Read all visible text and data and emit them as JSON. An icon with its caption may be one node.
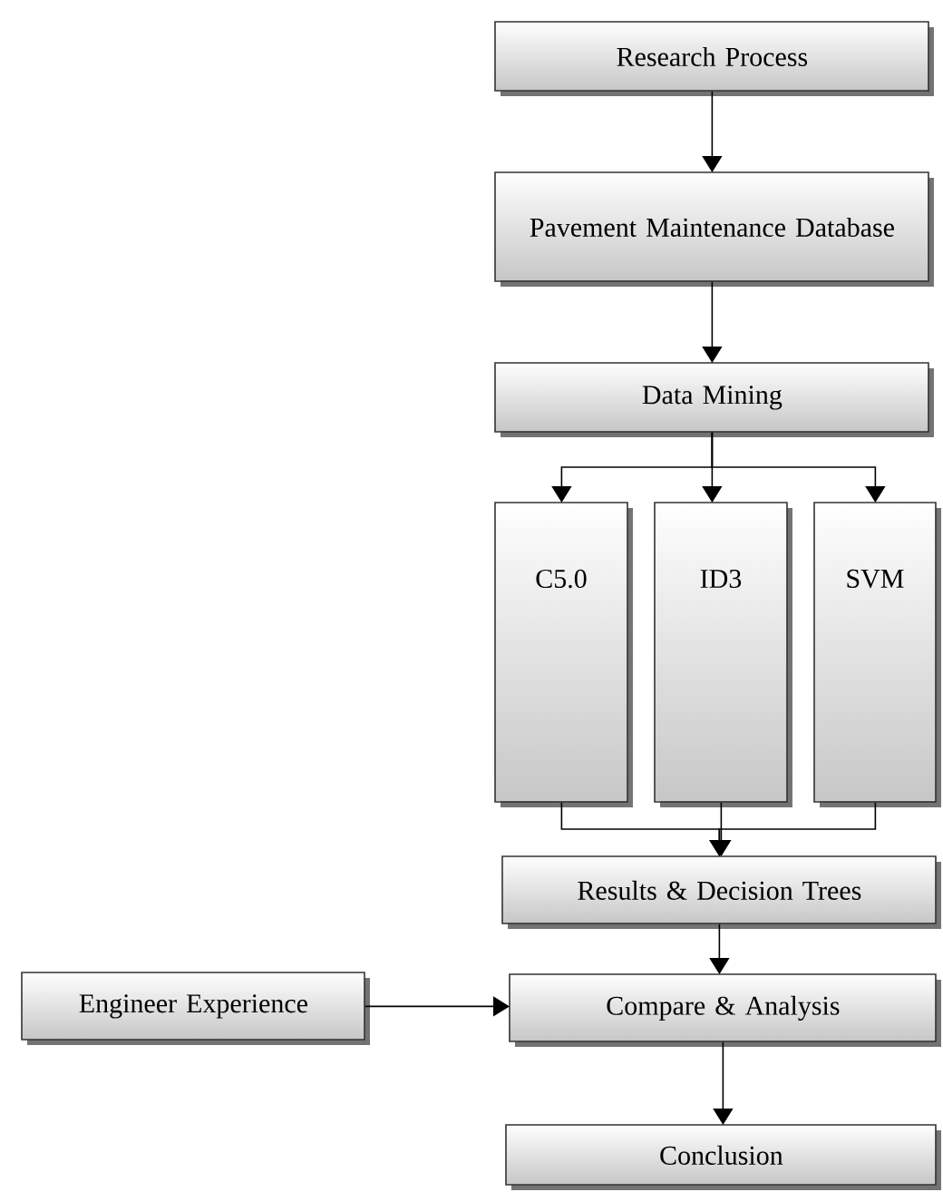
{
  "diagram": {
    "nodes": [
      {
        "text": [
          "Research Process"
        ]
      },
      {
        "text": [
          "Pavement Maintenance Database"
        ]
      },
      {
        "text": [
          "Data Mining"
        ]
      },
      {
        "text": [
          "C5.0"
        ]
      },
      {
        "text": [
          "ID3"
        ]
      },
      {
        "text": [
          "SVM"
        ]
      },
      {
        "text": [
          "Results & Decision Trees"
        ]
      },
      {
        "text": [
          "Engineer Experience"
        ]
      },
      {
        "text": [
          "Compare & Analysis"
        ]
      },
      {
        "text": [
          "Conclusion"
        ]
      }
    ],
    "edges": [
      {
        "from": 0,
        "to": 1,
        "arrow": "to"
      },
      {
        "from": 1,
        "to": 2,
        "arrow": "to"
      },
      {
        "from": 2,
        "to": 3,
        "arrow": "to"
      },
      {
        "from": 2,
        "to": 4,
        "arrow": "to"
      },
      {
        "from": 2,
        "to": 5,
        "arrow": "to"
      },
      {
        "from": 3,
        "to": 6,
        "arrow": "to"
      },
      {
        "from": 4,
        "to": 6,
        "arrow": "to"
      },
      {
        "from": 5,
        "to": 6,
        "arrow": "to"
      },
      {
        "from": 6,
        "to": 8,
        "arrow": "to"
      },
      {
        "from": 7,
        "to": 8,
        "arrow": "to"
      },
      {
        "from": 8,
        "to": 9,
        "arrow": "to"
      }
    ]
  }
}
